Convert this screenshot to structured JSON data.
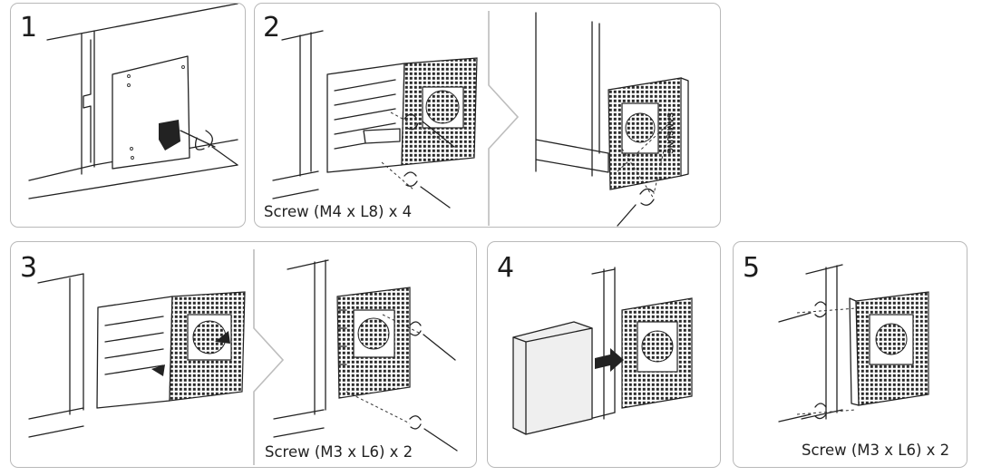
{
  "steps": [
    {
      "number": "1"
    },
    {
      "number": "2",
      "caption": "Screw (M4 x L8) x 4"
    },
    {
      "number": "3",
      "caption": "Screw (M3 x L6) x 2"
    },
    {
      "number": "4"
    },
    {
      "number": "5",
      "caption": "Screw (M3 x L6) x 2"
    }
  ],
  "brand_mark": "SAMSUNG"
}
